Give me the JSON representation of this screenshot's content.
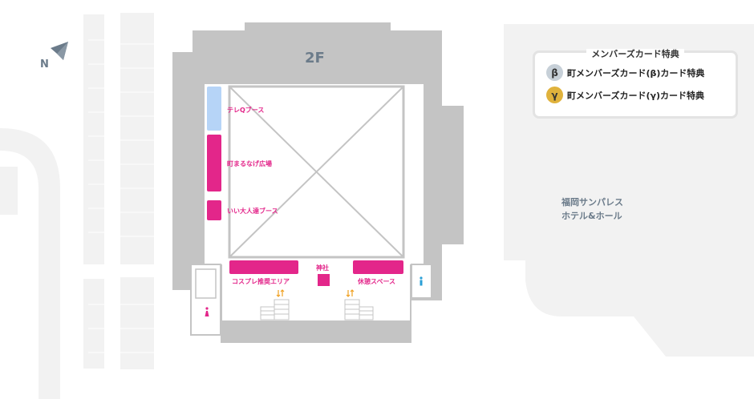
{
  "map": {
    "floor_label": "2F",
    "north_label": "N",
    "venue_name_line1": "福岡サンパレス",
    "venue_name_line2": "ホテル&ホール",
    "areas": {
      "tereq_booth": "テレQブース",
      "machimaru_square": "町まるなげ広場",
      "iiotona_booth": "いい大人達ブース",
      "cosplay_area": "コスプレ推奨エリア",
      "shrine": "神社",
      "rest_space": "休憩スペース"
    },
    "legend": {
      "title": "メンバーズカード特典",
      "items": [
        {
          "symbol": "β",
          "label": "町メンバーズカード(β)カード特典",
          "color": "#c7d0d8"
        },
        {
          "symbol": "γ",
          "label": "町メンバーズカード(γ)カード特典",
          "color": "#e0b23c"
        }
      ]
    },
    "colors": {
      "building": "#c4c4c4",
      "background_structure": "#f2f2f2",
      "booth_pink": "#e3268a",
      "booth_blue": "#b6d4f7",
      "stairs_arrow": "#f0a020",
      "text_gray": "#6b7b8a"
    },
    "icons": {
      "north_arrow": "north-arrow-icon",
      "restroom_female": "female-restroom-icon",
      "restroom_male": "male-restroom-icon",
      "stairs": "stairs-icon",
      "up_down_arrows": "up-down-arrow-icon"
    }
  }
}
